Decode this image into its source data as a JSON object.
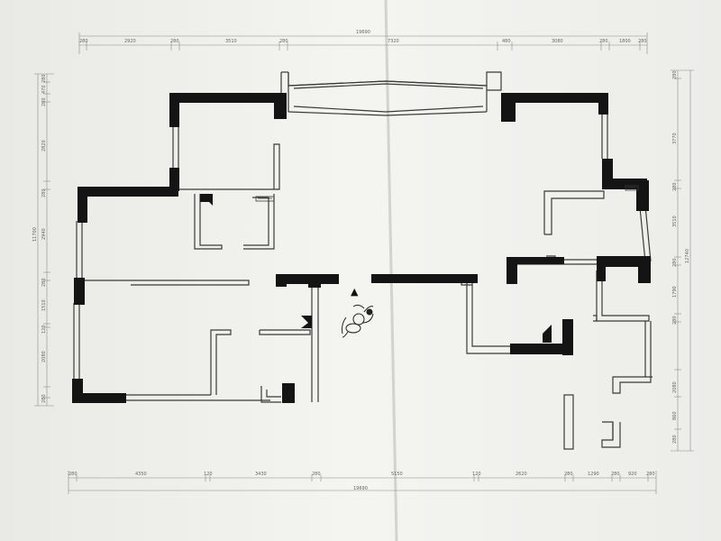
{
  "drawing": {
    "top_dims": {
      "overall": "19690",
      "segments": [
        "280",
        "2920",
        "280",
        "3510",
        "280",
        "7320",
        "480",
        "3080",
        "280",
        "1800",
        "280"
      ]
    },
    "bottom_dims": {
      "overall": "19690",
      "segments": [
        "280",
        "4350",
        "120",
        "3430",
        "280",
        "5150",
        "120",
        "2620",
        "280",
        "1290",
        "280",
        "920",
        "280"
      ]
    },
    "left_dims": {
      "overall": "11700",
      "segments": [
        "280",
        "470",
        "280",
        "2820",
        "280",
        "2940",
        "280",
        "1510",
        "120",
        "2080",
        "280"
      ]
    },
    "right_dims": {
      "overall": "12740",
      "segments": [
        "280",
        "3770",
        "280",
        "3510",
        "280",
        "1790",
        "280",
        "2080",
        "860",
        "280"
      ]
    },
    "entry_marker": "▲"
  },
  "colors": {
    "paper": "#f2f2ef",
    "wall": "#141414",
    "line": "#3a3a3a",
    "dim": "#7a7a7a"
  }
}
